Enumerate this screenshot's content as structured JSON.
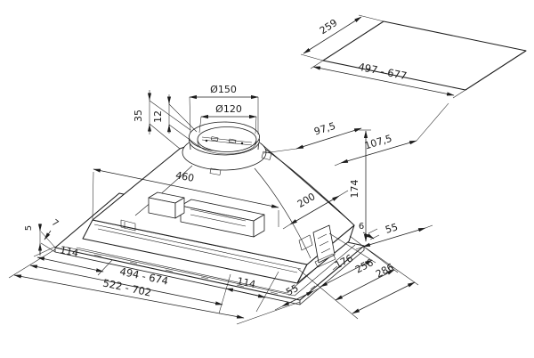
{
  "drawing": {
    "subject": "built-in cooker hood installation diagram with ceiling cutout panel",
    "units": "mm",
    "labels": {
      "cutout_depth": "259",
      "cutout_width_range": "497 - 677",
      "duct_outer_diameter": "Ø150",
      "duct_inner_diameter": "Ø120",
      "collar_height_total": "35",
      "collar_flange_height": "12",
      "top_offset_a": "97,5",
      "top_offset_b": "107,5",
      "body_height": "174",
      "body_width": "460",
      "canopy_slope": "200",
      "frame_lip_right": "6",
      "side_offset_55": "55",
      "side_depth_176": "176",
      "side_depth_256": "256",
      "side_depth_286": "286",
      "front_offset_55": "55",
      "frame_lip_left": "5",
      "frame_lip_front": "7",
      "front_offset_left_114": "114",
      "body_width_range": "494 - 674",
      "frame_width_range": "522 - 702",
      "front_offset_right_114": "114"
    }
  },
  "colors": {
    "ink": "#1d1d1d",
    "paper": "#ffffff"
  }
}
